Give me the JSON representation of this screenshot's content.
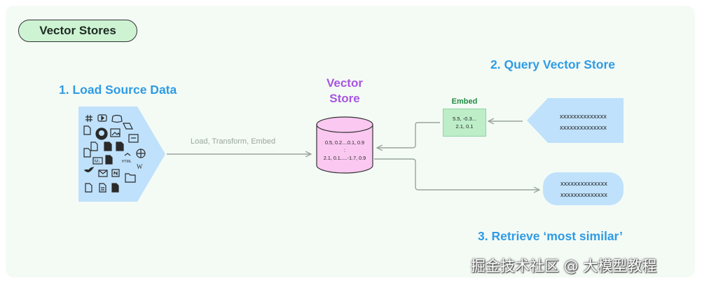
{
  "badge": {
    "label": "Vector Stores"
  },
  "steps": {
    "load": "1. Load Source Data",
    "query": "2. Query Vector Store",
    "retrieve": "3. Retrieve ‘most similar’"
  },
  "vector_store": {
    "title_line1": "Vector",
    "title_line2": "Store",
    "values_line1": "0.5, 0.2....0.1, 0.9",
    "values_line2": ":",
    "values_line3": "2.1, 0.1.....-1.7, 0.9"
  },
  "embed": {
    "label": "Embed",
    "line1": "5.5, -0.3...",
    "line2": "2.1, 0.1"
  },
  "flow_label": "Load, Transform, Embed",
  "query": {
    "line1": "xxxxxxxxxxxxxx",
    "line2": "xxxxxxxxxxxxxx"
  },
  "result": {
    "line1": "xxxxxxxxxxxxxx",
    "line2": "xxxxxxxxxxxxxx"
  },
  "source_icons": [
    "slack-icon",
    "youtube-icon",
    "discord-icon",
    "file-icon",
    "github-icon",
    "image-icon",
    "drive-icon",
    "pdf-icon",
    "file-icon",
    "csv-icon",
    "json-icon",
    "globe-icon",
    "md-icon",
    "html-icon",
    "wiki-icon",
    "twitter-icon",
    "email-icon",
    "notion-icon",
    "doc-icon",
    "file-icon",
    "folder-icon"
  ],
  "watermark": "掘金技术社区 @ 大模型教程",
  "colors": {
    "heading": "#2f9be4",
    "vector_store": "#a855e0",
    "badge_fill": "#cdf3d3",
    "cylinder": "#fac8f0",
    "source_block": "#bfe1fb",
    "embed_fill": "#bdeec8",
    "arrow": "#9aa49e"
  }
}
